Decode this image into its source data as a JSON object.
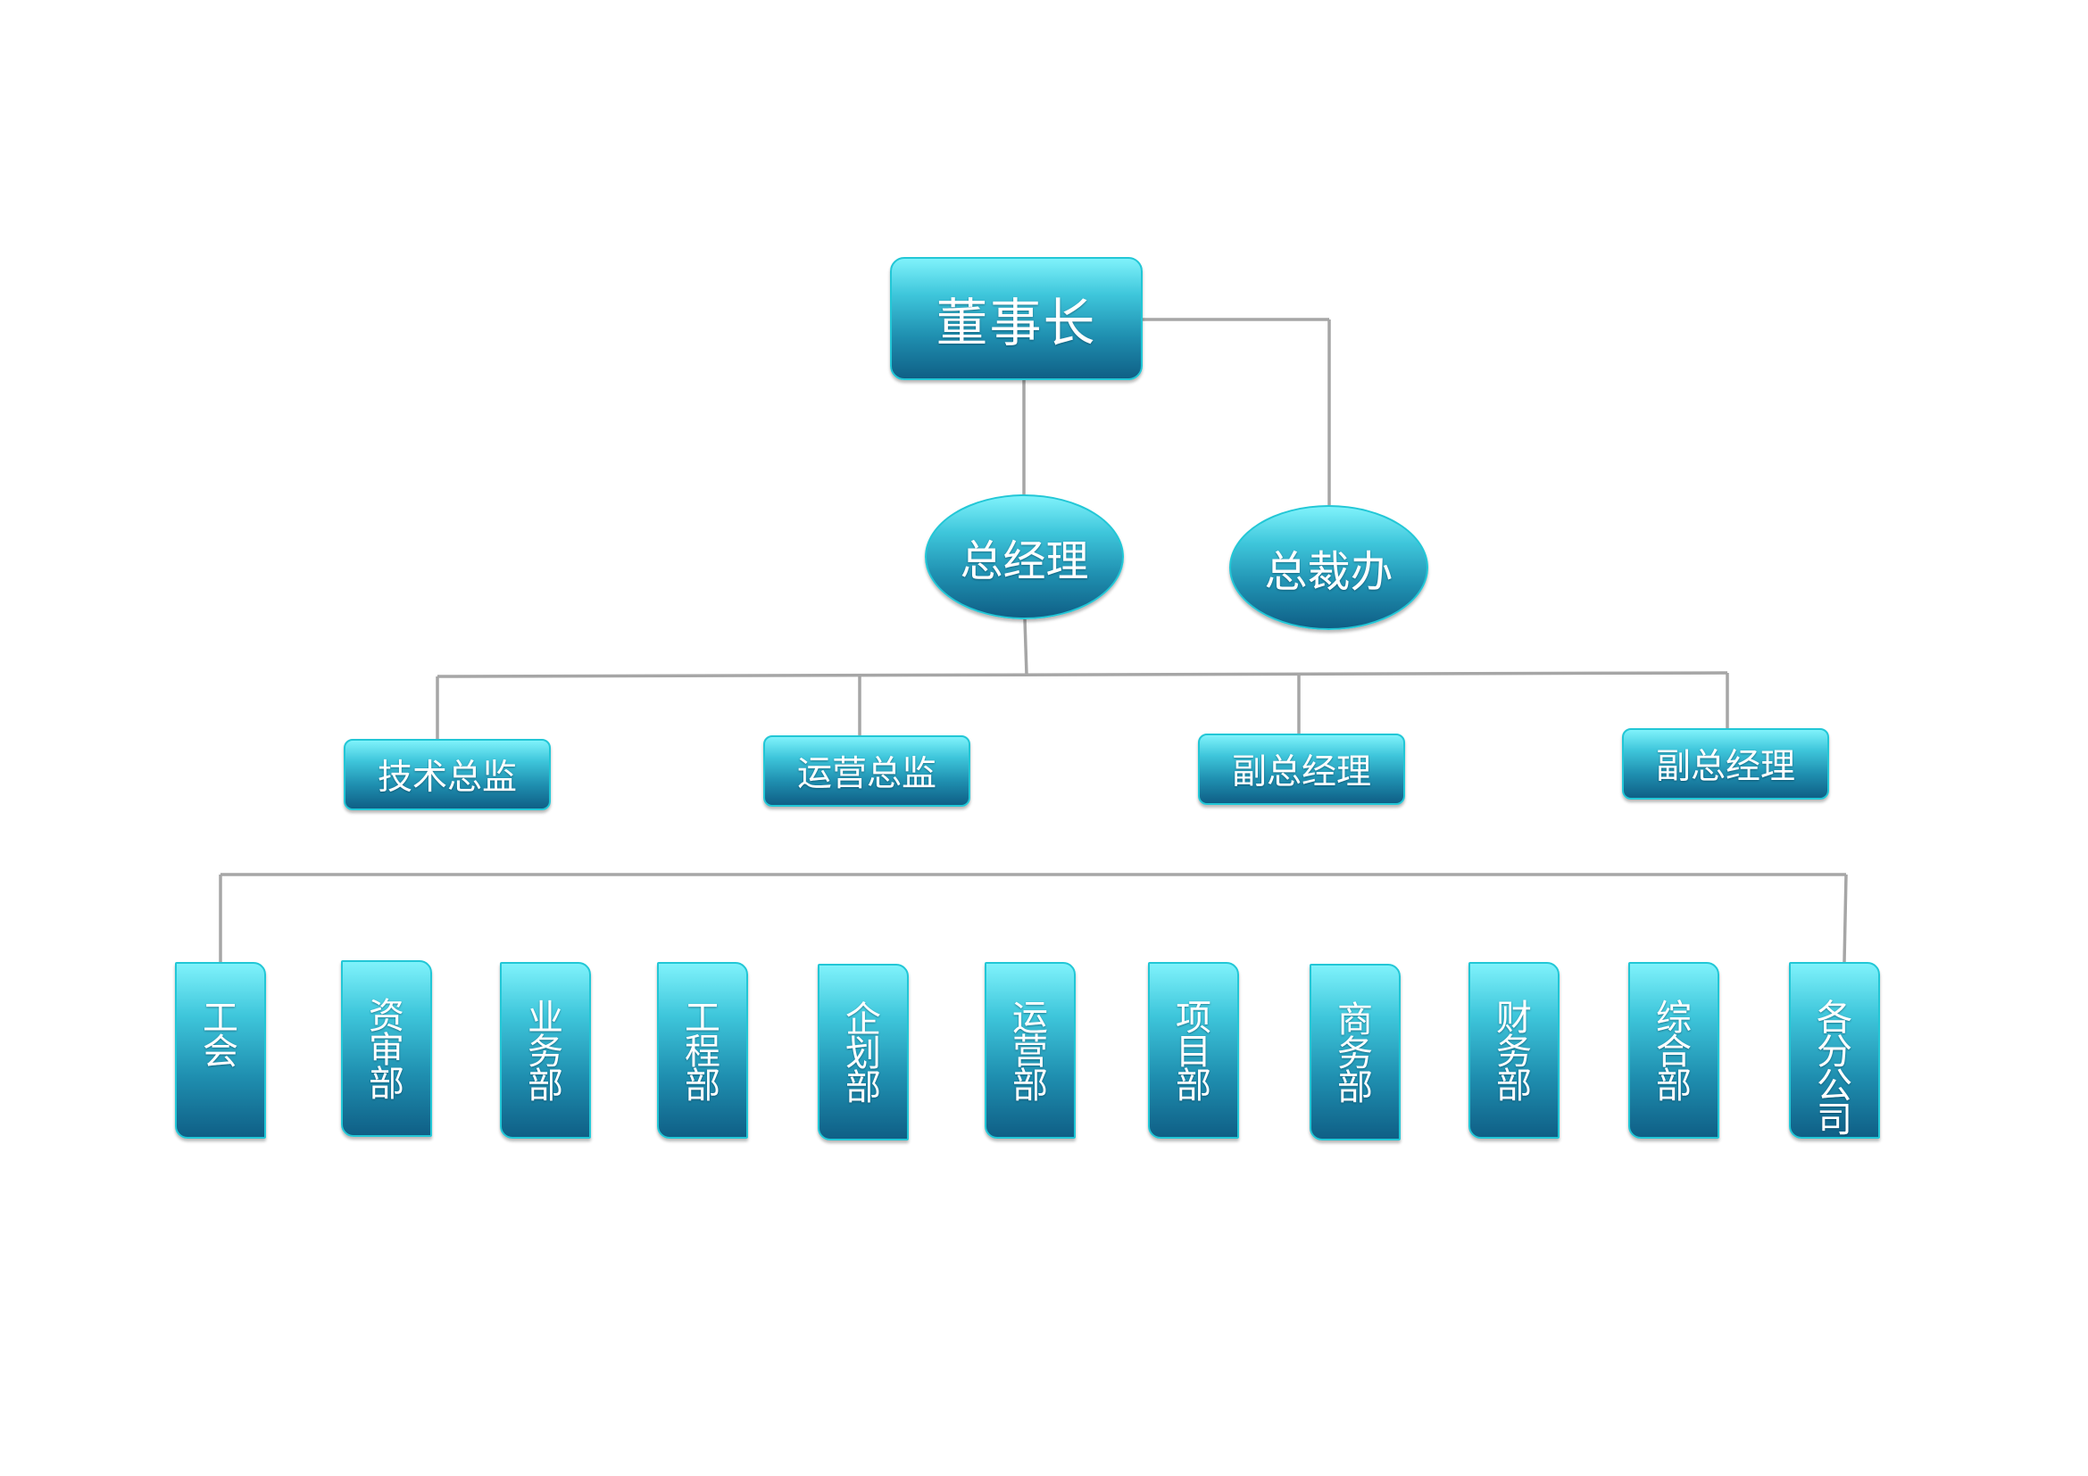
{
  "org_chart": {
    "root": {
      "label": "董事长"
    },
    "level2": [
      {
        "label": "总经理"
      },
      {
        "label": "总裁办"
      }
    ],
    "executives": [
      {
        "label": "技术总监"
      },
      {
        "label": "运营总监"
      },
      {
        "label": "副总经理"
      },
      {
        "label": "副总经理"
      }
    ],
    "departments": [
      {
        "label": "工会"
      },
      {
        "label": "资审部"
      },
      {
        "label": "业务部"
      },
      {
        "label": "工程部"
      },
      {
        "label": "企划部"
      },
      {
        "label": "运营部"
      },
      {
        "label": "项目部"
      },
      {
        "label": "商务部"
      },
      {
        "label": "财务部"
      },
      {
        "label": "综合部"
      },
      {
        "label": "各分公司"
      }
    ]
  },
  "colors": {
    "connector": "#a6a6a6",
    "node_border": "#22c7d6",
    "node_top": "#7ff2fb",
    "node_bottom": "#0f5f86",
    "text": "#ffffff"
  }
}
